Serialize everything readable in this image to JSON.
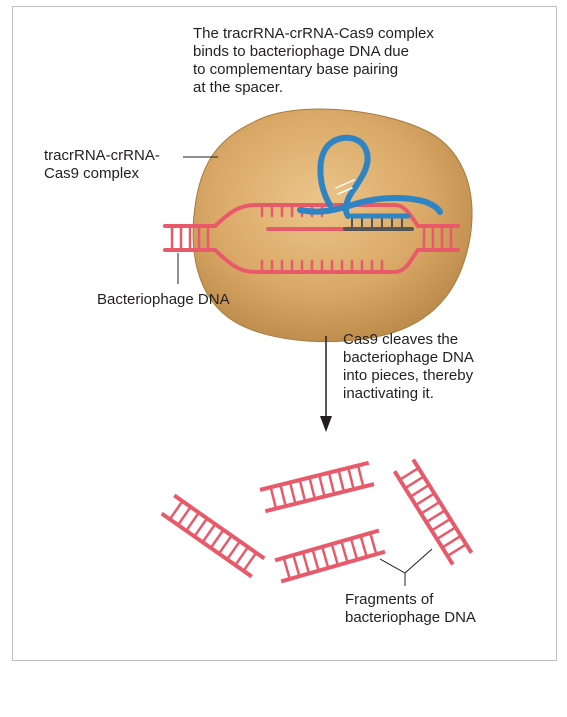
{
  "captions": {
    "binding": "The tracrRNA-crRNA-Cas9 complex\nbinds to bacteriophage DNA due\nto complementary base pairing\nat the spacer.",
    "cleavage": "Cas9 cleaves the\nbacteriophage DNA\ninto pieces, thereby\ninactivating it."
  },
  "labels": {
    "complex": "tracrRNA-crRNA-\nCas9 complex",
    "dna": "Bacteriophage DNA",
    "fragments": "Fragments of\nbacteriophage DNA"
  },
  "colors": {
    "dna": "#e85a6a",
    "protein": "#d2a35f",
    "rna": "#2f84c4",
    "spacer": "#555555"
  }
}
